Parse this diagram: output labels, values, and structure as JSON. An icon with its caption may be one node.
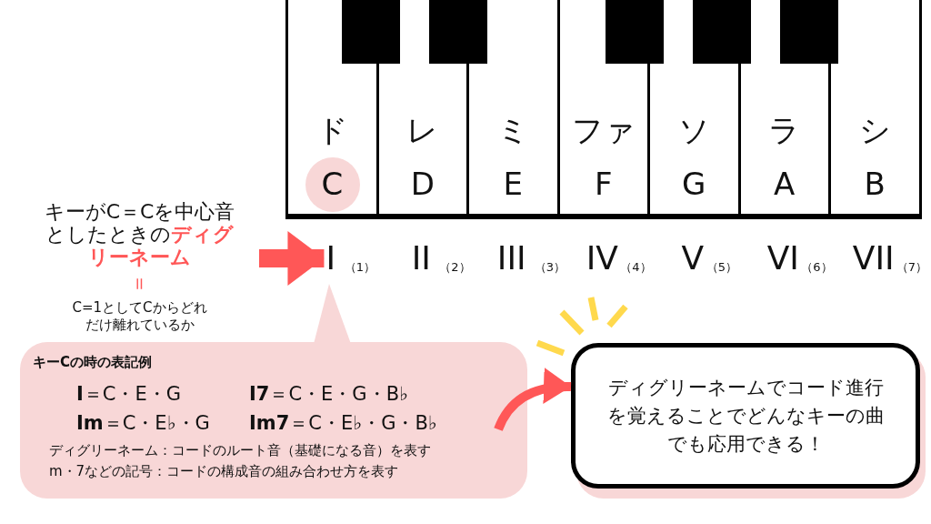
{
  "diagram": {
    "nodes": [
      {
        "text": [
          "ド",
          "C"
        ]
      },
      {
        "text": [
          "レ",
          "D"
        ]
      },
      {
        "text": [
          "ミ",
          "E"
        ]
      },
      {
        "text": [
          "ファ",
          "F"
        ]
      },
      {
        "text": [
          "ソ",
          "G"
        ]
      },
      {
        "text": [
          "ラ",
          "A"
        ]
      },
      {
        "text": [
          "シ",
          "B"
        ]
      },
      {
        "text": [
          "キーがC＝Cを中心音としたときの**ディグリーネーム**",
          "＝",
          "C=1としてCからどれだけ離れているか"
        ]
      },
      {
        "text": [
          "I"
        ],
        "beside": [
          "（1）"
        ]
      },
      {
        "text": [
          "II"
        ],
        "beside": [
          "（2）"
        ]
      },
      {
        "text": [
          "III"
        ],
        "beside": [
          "（3）"
        ]
      },
      {
        "text": [
          "IV"
        ],
        "beside": [
          "（4）"
        ]
      },
      {
        "text": [
          "V"
        ],
        "beside": [
          "（5）"
        ]
      },
      {
        "text": [
          "VI"
        ],
        "beside": [
          "（6）"
        ]
      },
      {
        "text": [
          "VII"
        ],
        "beside": [
          "（7）"
        ]
      },
      {
        "text": [
          "キーCの時の表記例",
          "**I**＝C・E・G",
          "**I7**＝C・E・G・B♭",
          "**Im**＝C・E♭・G",
          "**Im7**＝C・E♭・G・B♭",
          "ディグリーネーム：コードのルート音（基礎になる音）を表す",
          "m・7などの記号：コードの構成音の組み合わせ方を表す"
        ]
      },
      {
        "text": [
          "ディグリーネームでコード進行を覚えることでどんなキーの曲でも応用できる！"
        ]
      }
    ],
    "edges": [
      {
        "from": 7,
        "to": 8,
        "arrow": "to",
        "style": "thick"
      },
      {
        "from": 15,
        "to": 16,
        "arrow": "to"
      }
    ]
  }
}
